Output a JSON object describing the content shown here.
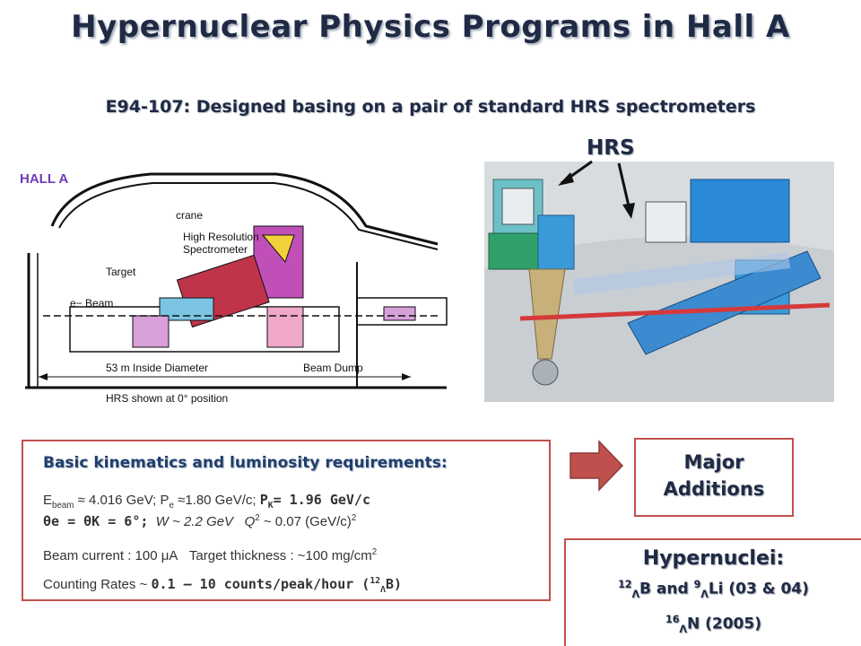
{
  "slide": {
    "title": "Hypernuclear Physics Programs in Hall A",
    "subtitle": "E94-107: Designed basing on a pair of standard HRS spectrometers",
    "hrs_label": "HRS"
  },
  "hall_diagram": {
    "hall_label": "HALL A",
    "crane": "crane",
    "spectrometer_line1": "High Resolution",
    "spectrometer_line2": "Spectrometer",
    "target": "Target",
    "beam": "e− Beam",
    "diameter": "53 m Inside Diameter",
    "position": "HRS shown at 0° position",
    "beam_dump": "Beam Dump"
  },
  "kinematics": {
    "heading": "Basic kinematics and luminosity requirements:",
    "ebeam_prefix": "E",
    "ebeam_sub": "beam",
    "ebeam_value": " ≈ 4.016 GeV; P",
    "pe_sub": "e",
    "pe_value": " ≈1.80 GeV/c; ",
    "pk_prefix": "P",
    "pk_sub": "K",
    "pk_value": "= 1.96 GeV/c",
    "theta_text": "θe = θK = 6°;",
    "w_text": "W ~ 2.2 GeV",
    "q_prefix": "Q",
    "q_sup": "2",
    "q_value": " ~ 0.07 (GeV/c)",
    "q_unit_sup": "2",
    "beam_current": "Beam current : 100 μA",
    "thickness_prefix": "Target thickness : ~100 mg/cm",
    "thickness_sup": "2",
    "counting_prefix": "Counting Rates ~ ",
    "counting_value": "0.1 – 10 counts/peak/hour (",
    "counting_sup": "12",
    "counting_sub": "Λ",
    "counting_suffix": "B)"
  },
  "additions": {
    "line1": "Major",
    "line2": "Additions"
  },
  "hypernuclei": {
    "title": "Hypernuclei:",
    "b_sup": "12",
    "b_sub": "Λ",
    "b_text": "B and ",
    "li_sup": "9",
    "li_sub": "Λ",
    "li_text": "Li (03 & 04)",
    "n_sup": "16",
    "n_sub": "Λ",
    "n_text": "N (2005)"
  },
  "colors": {
    "box_border": "#c0504d",
    "arrow_fill": "#c0504d",
    "title_text": "#1f2a44"
  }
}
